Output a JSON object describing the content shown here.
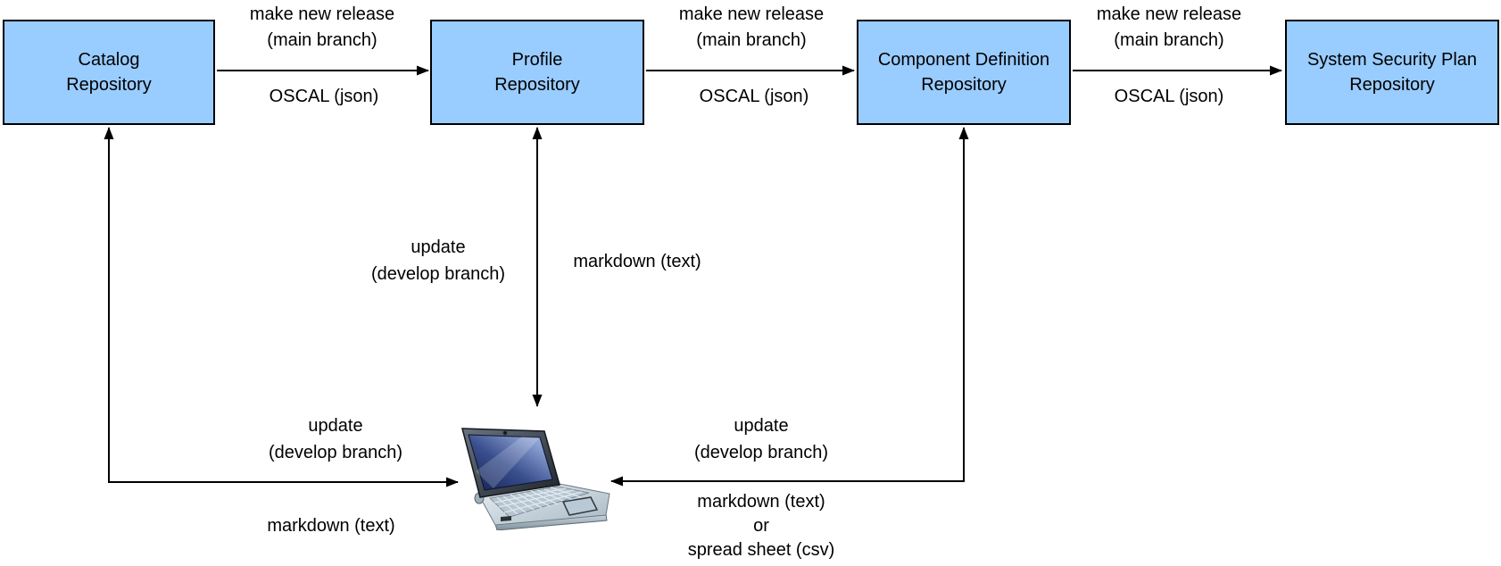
{
  "colors": {
    "background": "#ffffff",
    "node_fill": "#99ccff",
    "node_border": "#000000",
    "connector": "#000000",
    "text": "#000000"
  },
  "nodes": {
    "catalog": {
      "line1": "Catalog",
      "line2": "Repository"
    },
    "profile": {
      "line1": "Profile",
      "line2": "Repository"
    },
    "component_definition": {
      "line1": "Component Definition",
      "line2": "Repository"
    },
    "system_security_plan": {
      "line1": "System Security Plan",
      "line2": "Repository"
    }
  },
  "edge_labels": {
    "release_line1": "make new release",
    "release_line2": "(main branch)",
    "oscal": "OSCAL (json)",
    "update_line1": "update",
    "update_line2": "(develop branch)",
    "markdown": "markdown (text)",
    "or": "or",
    "spreadsheet": "spread sheet (csv)"
  },
  "icons": {
    "laptop": "laptop-icon"
  }
}
